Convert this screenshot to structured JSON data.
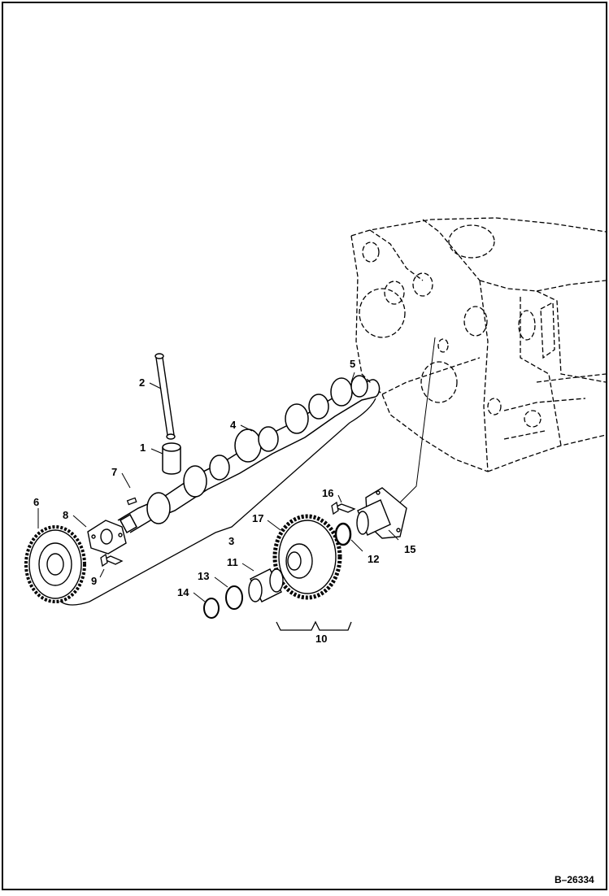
{
  "callouts": {
    "c1": "1",
    "c2": "2",
    "c3": "3",
    "c4": "4",
    "c5": "5",
    "c6": "6",
    "c7": "7",
    "c8": "8",
    "c9": "9",
    "c10": "10",
    "c11": "11",
    "c12": "12",
    "c13": "13",
    "c14": "14",
    "c15": "15",
    "c16": "16",
    "c17": "17"
  },
  "figure_ref": "B–26334",
  "colors": {
    "ink": "#000000",
    "paper": "#ffffff"
  }
}
